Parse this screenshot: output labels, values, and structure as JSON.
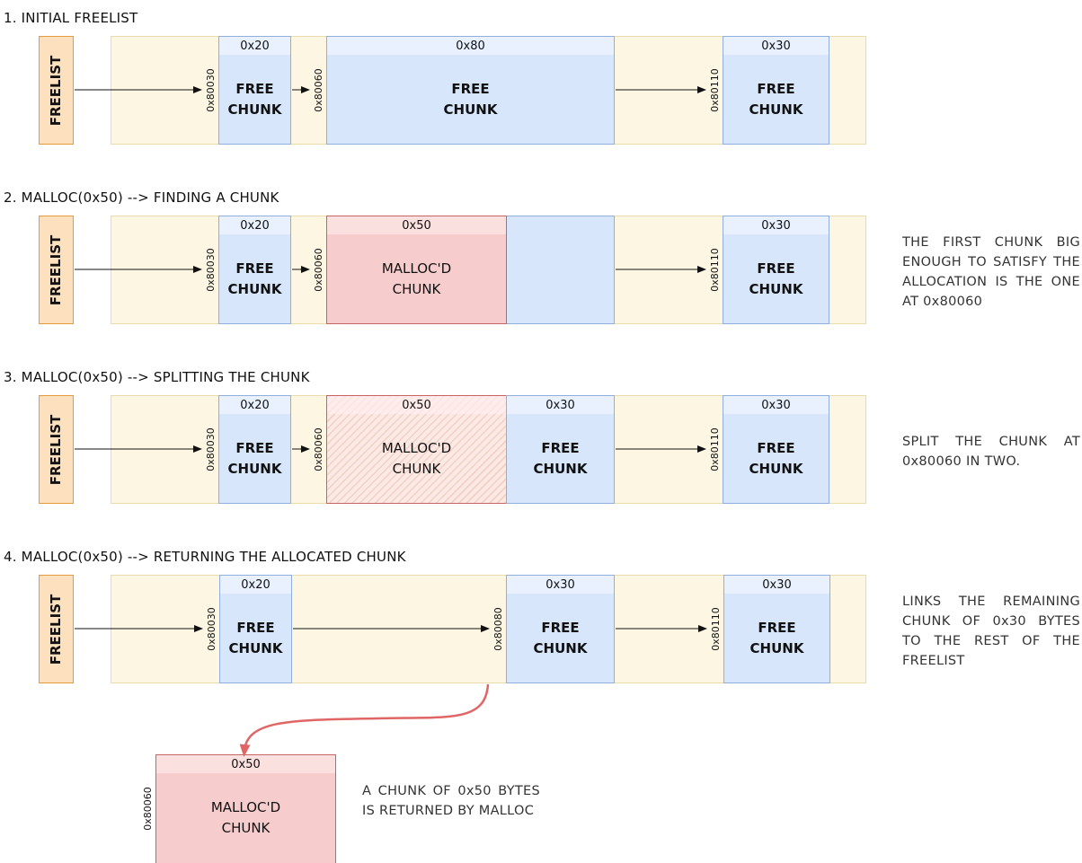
{
  "sections": [
    {
      "title": "1. INITIAL FREELIST",
      "freelist": "FREELIST",
      "chunks": [
        {
          "size": "0x20",
          "label_line1": "FREE",
          "label_line2": "CHUNK",
          "addr": "0x80030"
        },
        {
          "size": "0x80",
          "label_line1": "FREE",
          "label_line2": "CHUNK",
          "addr": "0x80060"
        },
        {
          "size": "0x30",
          "label_line1": "FREE",
          "label_line2": "CHUNK",
          "addr": "0x80110"
        }
      ]
    },
    {
      "title": "2. MALLOC(0x50) --> FINDING A CHUNK",
      "freelist": "FREELIST",
      "chunks": [
        {
          "size": "0x20",
          "label_line1": "FREE",
          "label_line2": "CHUNK",
          "addr": "0x80030"
        },
        {
          "size": "0x50",
          "label_line1": "MALLOC'D",
          "label_line2": "CHUNK",
          "addr": "0x80060"
        },
        {
          "size": "0x30",
          "label_line1": "FREE",
          "label_line2": "CHUNK",
          "addr": "0x80110"
        }
      ],
      "note": "THE FIRST CHUNK BIG ENOUGH TO SATISFY THE ALLOCATION IS THE ONE AT 0x80060"
    },
    {
      "title": "3. MALLOC(0x50) --> SPLITTING THE CHUNK",
      "freelist": "FREELIST",
      "chunks": [
        {
          "size": "0x20",
          "label_line1": "FREE",
          "label_line2": "CHUNK",
          "addr": "0x80030"
        },
        {
          "size": "0x50",
          "label_line1": "MALLOC'D",
          "label_line2": "CHUNK",
          "addr": "0x80060"
        },
        {
          "size": "0x30",
          "label_line1": "FREE",
          "label_line2": "CHUNK"
        },
        {
          "size": "0x30",
          "label_line1": "FREE",
          "label_line2": "CHUNK",
          "addr": "0x80110"
        }
      ],
      "note": "SPLIT THE CHUNK AT 0x80060 IN TWO."
    },
    {
      "title": "4. MALLOC(0x50) --> RETURNING THE ALLOCATED CHUNK",
      "freelist": "FREELIST",
      "chunks": [
        {
          "size": "0x20",
          "label_line1": "FREE",
          "label_line2": "CHUNK",
          "addr": "0x80030"
        },
        {
          "size": "0x30",
          "label_line1": "FREE",
          "label_line2": "CHUNK",
          "addr": "0x80080"
        },
        {
          "size": "0x30",
          "label_line1": "FREE",
          "label_line2": "CHUNK",
          "addr": "0x80110"
        }
      ],
      "note": "LINKS THE REMAINING CHUNK OF 0x30 BYTES TO THE REST OF THE FREELIST"
    }
  ],
  "returned": {
    "size": "0x50",
    "label_line1": "MALLOC'D",
    "label_line2": "CHUNK",
    "addr": "0x80060",
    "note": "A CHUNK OF 0x50 BYTES IS RETURNED BY MALLOC"
  },
  "colors": {
    "free_fill": "#d7e6fa",
    "free_border": "#8fb0dd",
    "malloc_fill": "#f7cccc",
    "malloc_border": "#c66464",
    "freelist_fill": "#fde1bf",
    "freelist_border": "#e39a3a",
    "lane_fill": "#fdf6e3",
    "return_arrow": "#e06666"
  }
}
